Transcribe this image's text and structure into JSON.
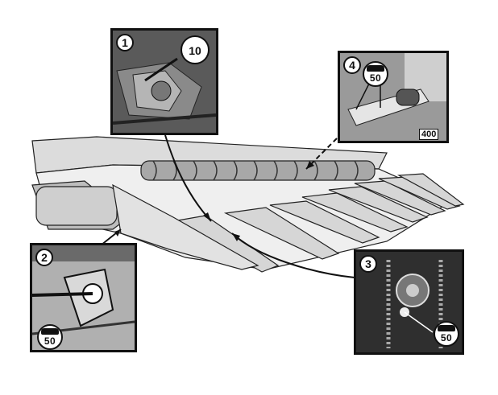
{
  "callouts": [
    {
      "number": "1",
      "torque": "10"
    },
    {
      "number": "2",
      "torque": "50"
    },
    {
      "number": "3",
      "torque": "50"
    },
    {
      "number": "4",
      "torque": "50",
      "secondary_torque": "400"
    }
  ],
  "colors": {
    "ink": "#111111",
    "paper": "#ffffff",
    "photo": "#3a3a3a"
  }
}
